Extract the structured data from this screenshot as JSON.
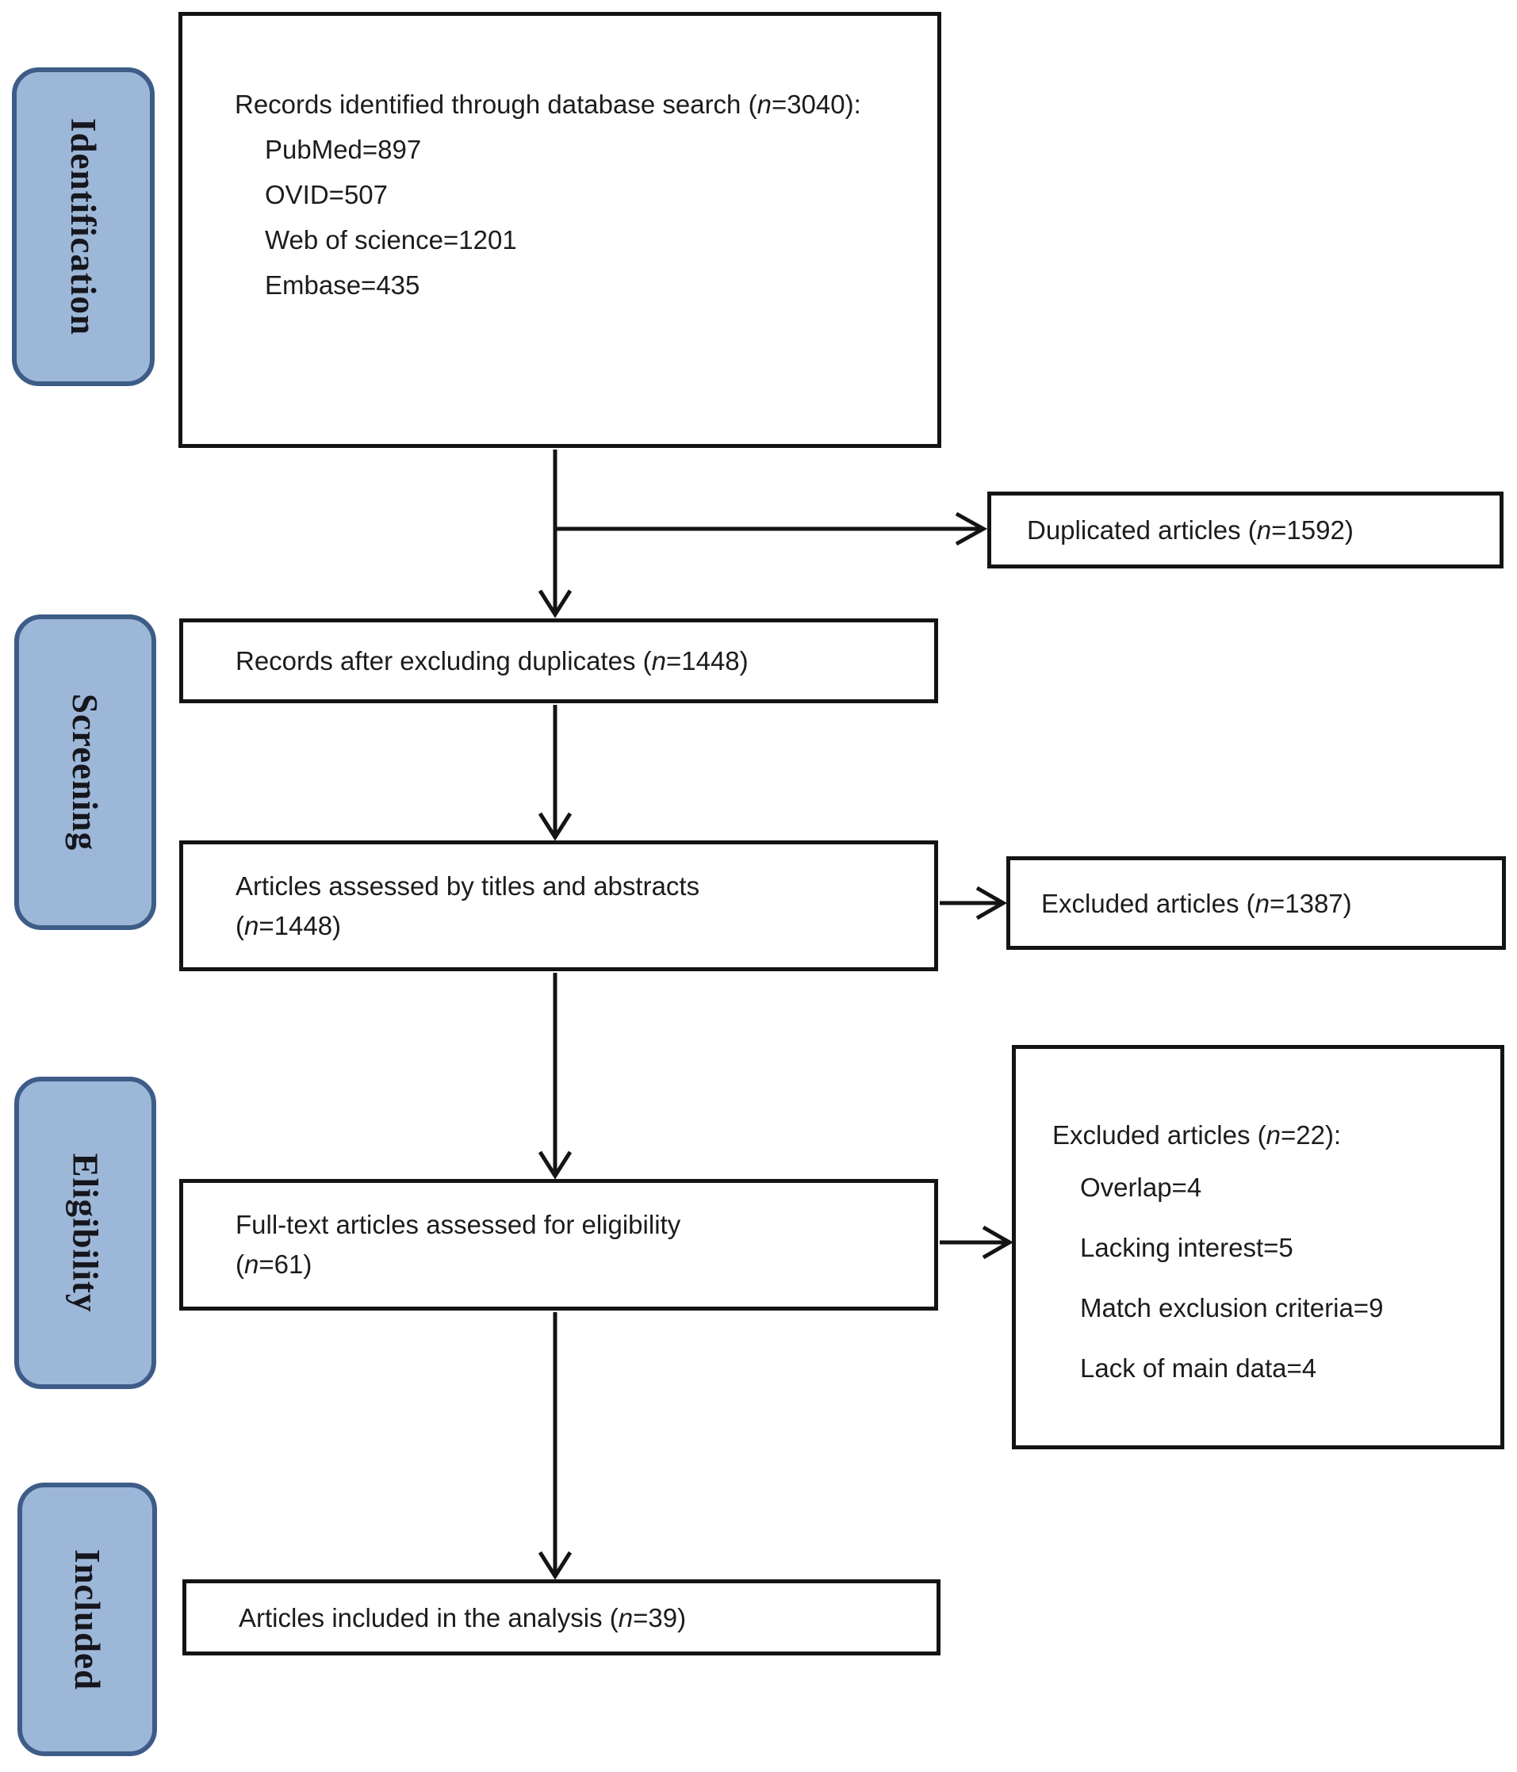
{
  "colors": {
    "stage_fill": "#9db7d8",
    "stage_border": "#3d5c88",
    "box_border": "#141414",
    "arrow": "#141414",
    "text": "#1c1c1c",
    "background": "#ffffff"
  },
  "stages": [
    {
      "label": "Identification"
    },
    {
      "label": "Screening"
    },
    {
      "label": "Eligibility"
    },
    {
      "label": "Included"
    }
  ],
  "boxes": {
    "identified": {
      "before_n": "Records identified through database search (",
      "n": "n",
      "after_n": "=3040):",
      "items": [
        "PubMed=897",
        "OVID=507",
        "Web of science=1201",
        "Embase=435"
      ]
    },
    "duplicated": {
      "before_n": "Duplicated articles (",
      "n": "n",
      "after_n": "=1592)"
    },
    "dedup": {
      "before_n": "Records after excluding duplicates (",
      "n": "n",
      "after_n": "=1448)"
    },
    "titles_abstracts": {
      "line1": "Articles assessed by titles and abstracts",
      "line2_before_n": "(",
      "n": "n",
      "line2_after_n": "=1448)"
    },
    "excluded_screening": {
      "before_n": "Excluded articles (",
      "n": "n",
      "after_n": "=1387)"
    },
    "fulltext": {
      "line1": "Full-text articles assessed for eligibility",
      "line2_before_n": "(",
      "n": "n",
      "line2_after_n": "=61)"
    },
    "excluded_eligibility": {
      "header_before_n": "Excluded articles (",
      "n": "n",
      "header_after_n": "=22):",
      "items": [
        "Overlap=4",
        "Lacking interest=5",
        "Match exclusion criteria=9",
        "Lack of main data=4"
      ]
    },
    "included": {
      "before_n": "Articles included in the analysis (",
      "n": "n",
      "after_n": "=39)"
    }
  }
}
